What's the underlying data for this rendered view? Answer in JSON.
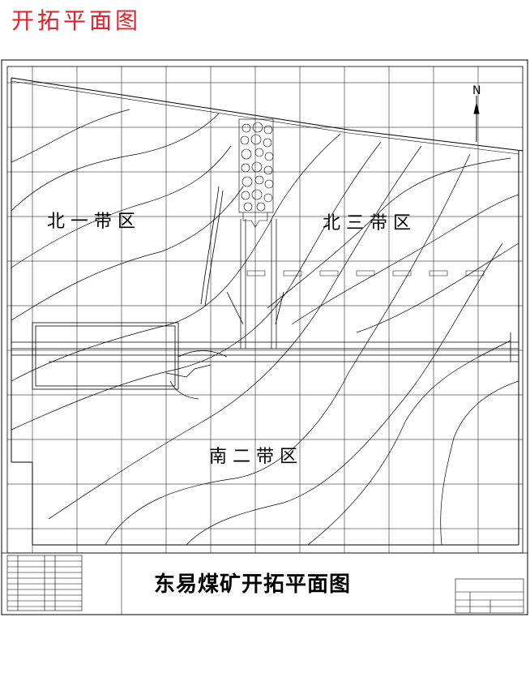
{
  "header": {
    "title": "开拓平面图"
  },
  "map": {
    "zones": {
      "north_one": "北  一  带  区",
      "north_three": "北  三  带  区",
      "south_two": "南  二  带  区"
    },
    "north_arrow": "N"
  },
  "title_block": {
    "main_title": "东易煤矿开拓平面图"
  },
  "colors": {
    "heading": "#e8202a",
    "lines": "#000000"
  }
}
